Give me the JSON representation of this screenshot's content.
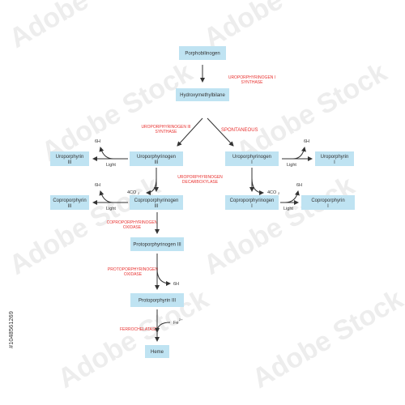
{
  "nodes": {
    "porphobilinogen": "Porphobilinogen",
    "hydroxymethylbilane": "Hydroxymethylbilane",
    "uroporphyrinogen_iii": [
      "Uroporphyrinogen",
      "III"
    ],
    "uroporphyrinogen_i": [
      "Uroporphyrinogen",
      "I"
    ],
    "uroporphyrin_iii": [
      "Uroporphyrin",
      "III"
    ],
    "uroporphyrin_i": [
      "Uroporphyrin",
      "I"
    ],
    "coproporphyrinogen_iii": [
      "Coproporphyrinogen",
      "III"
    ],
    "coproporphyrinogen_i": [
      "Coproporphyrinogen",
      "I"
    ],
    "coproporphyrin_iii": [
      "Coproporphyrin",
      "III"
    ],
    "coproporphyrin_i": [
      "Coproporphyrin",
      "I"
    ],
    "protoporphyrinogen_iii": "Protoporphyrinogen III",
    "protoporphyrin_iii": "Protoporphyrin III",
    "heme": "Heme"
  },
  "enzymes": {
    "uroporphyrinogen_i_synthase": [
      "UROPORPHYRINOGEN I",
      "SYNTHASE"
    ],
    "uroporphyrinogen_iii_synthase": [
      "UROPORPHYRINOGEN III",
      "SYNTHASE"
    ],
    "spontaneous": "SPONTANEOUS",
    "uroporphyrinogen_decarboxylase": [
      "UROPORPHYRINOGEN",
      "DECARBOXYLASE"
    ],
    "coproporphyrinogen_oxidase": [
      "COPROPORPHYRINOGEN",
      "OXIDASE"
    ],
    "protoporphyrinogen_oxidase": [
      "PROTOPORPHYRINOGEN",
      "OXIDASE"
    ],
    "ferrochelatase": "FERROCHELATASE"
  },
  "labels": {
    "six_h": "6H",
    "light": "Light",
    "four_co2": "4CO",
    "co2_sub": "2",
    "fe": "Fe",
    "fe_sup": "2+"
  },
  "watermark": {
    "text": "Adobe Stock",
    "side_id": "#1048561269"
  },
  "colors": {
    "box_fill": "#bfe3f2",
    "enzyme_text": "#e8312f",
    "text": "#333333"
  }
}
